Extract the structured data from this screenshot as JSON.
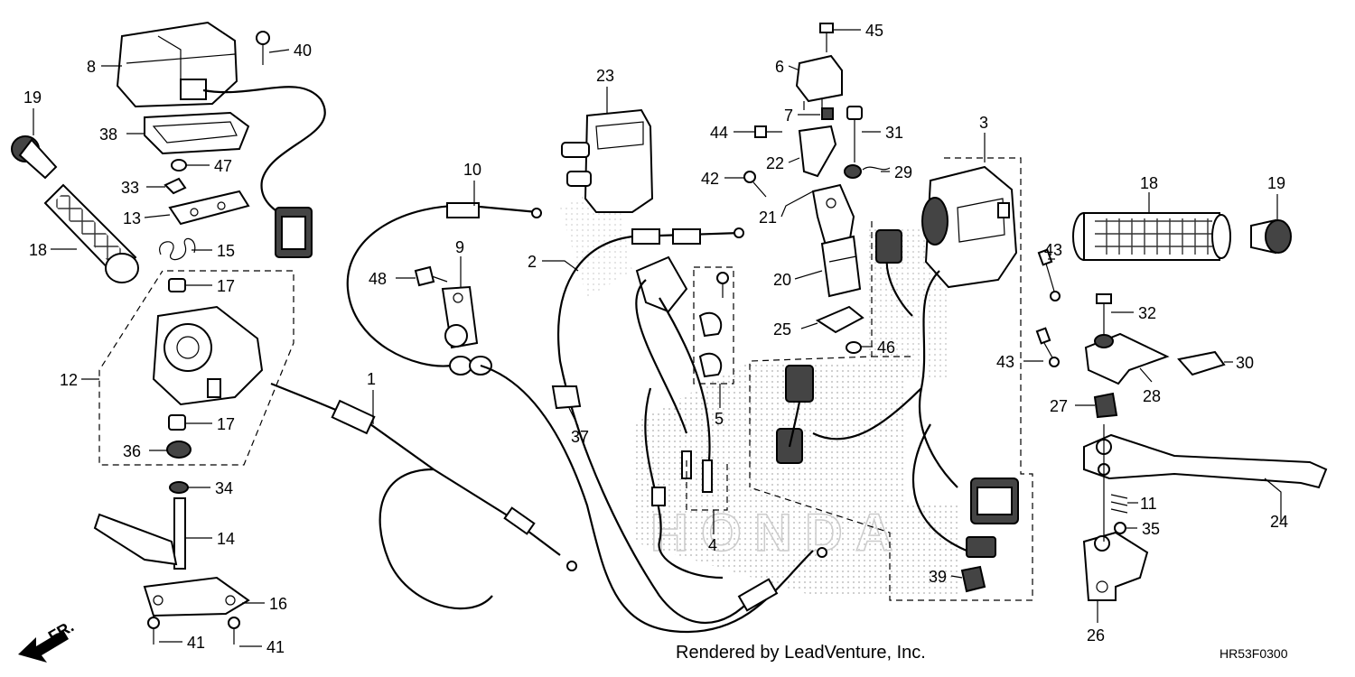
{
  "footer": {
    "credit": "Rendered by LeadVenture, Inc.",
    "drawing_code": "HR53F0300"
  },
  "direction_arrow": "FR.",
  "watermark": "HONDA",
  "callouts": [
    {
      "id": "1",
      "label": "1"
    },
    {
      "id": "2",
      "label": "2"
    },
    {
      "id": "3",
      "label": "3"
    },
    {
      "id": "4",
      "label": "4"
    },
    {
      "id": "5",
      "label": "5"
    },
    {
      "id": "6",
      "label": "6"
    },
    {
      "id": "7",
      "label": "7"
    },
    {
      "id": "8",
      "label": "8"
    },
    {
      "id": "9",
      "label": "9"
    },
    {
      "id": "10",
      "label": "10"
    },
    {
      "id": "11",
      "label": "11"
    },
    {
      "id": "12",
      "label": "12"
    },
    {
      "id": "13",
      "label": "13"
    },
    {
      "id": "14",
      "label": "14"
    },
    {
      "id": "15",
      "label": "15"
    },
    {
      "id": "16",
      "label": "16"
    },
    {
      "id": "17a",
      "label": "17"
    },
    {
      "id": "17b",
      "label": "17"
    },
    {
      "id": "18a",
      "label": "18"
    },
    {
      "id": "18b",
      "label": "18"
    },
    {
      "id": "19a",
      "label": "19"
    },
    {
      "id": "19b",
      "label": "19"
    },
    {
      "id": "20",
      "label": "20"
    },
    {
      "id": "21",
      "label": "21"
    },
    {
      "id": "22",
      "label": "22"
    },
    {
      "id": "23",
      "label": "23"
    },
    {
      "id": "24",
      "label": "24"
    },
    {
      "id": "25",
      "label": "25"
    },
    {
      "id": "26",
      "label": "26"
    },
    {
      "id": "27",
      "label": "27"
    },
    {
      "id": "28",
      "label": "28"
    },
    {
      "id": "29",
      "label": "29"
    },
    {
      "id": "30",
      "label": "30"
    },
    {
      "id": "31",
      "label": "31"
    },
    {
      "id": "32",
      "label": "32"
    },
    {
      "id": "33",
      "label": "33"
    },
    {
      "id": "34",
      "label": "34"
    },
    {
      "id": "35",
      "label": "35"
    },
    {
      "id": "36",
      "label": "36"
    },
    {
      "id": "37",
      "label": "37"
    },
    {
      "id": "38",
      "label": "38"
    },
    {
      "id": "39",
      "label": "39"
    },
    {
      "id": "40",
      "label": "40"
    },
    {
      "id": "41a",
      "label": "41"
    },
    {
      "id": "41b",
      "label": "41"
    },
    {
      "id": "42",
      "label": "42"
    },
    {
      "id": "43a",
      "label": "43"
    },
    {
      "id": "43b",
      "label": "43"
    },
    {
      "id": "44",
      "label": "44"
    },
    {
      "id": "45",
      "label": "45"
    },
    {
      "id": "46",
      "label": "46"
    },
    {
      "id": "47",
      "label": "47"
    },
    {
      "id": "48",
      "label": "48"
    }
  ]
}
